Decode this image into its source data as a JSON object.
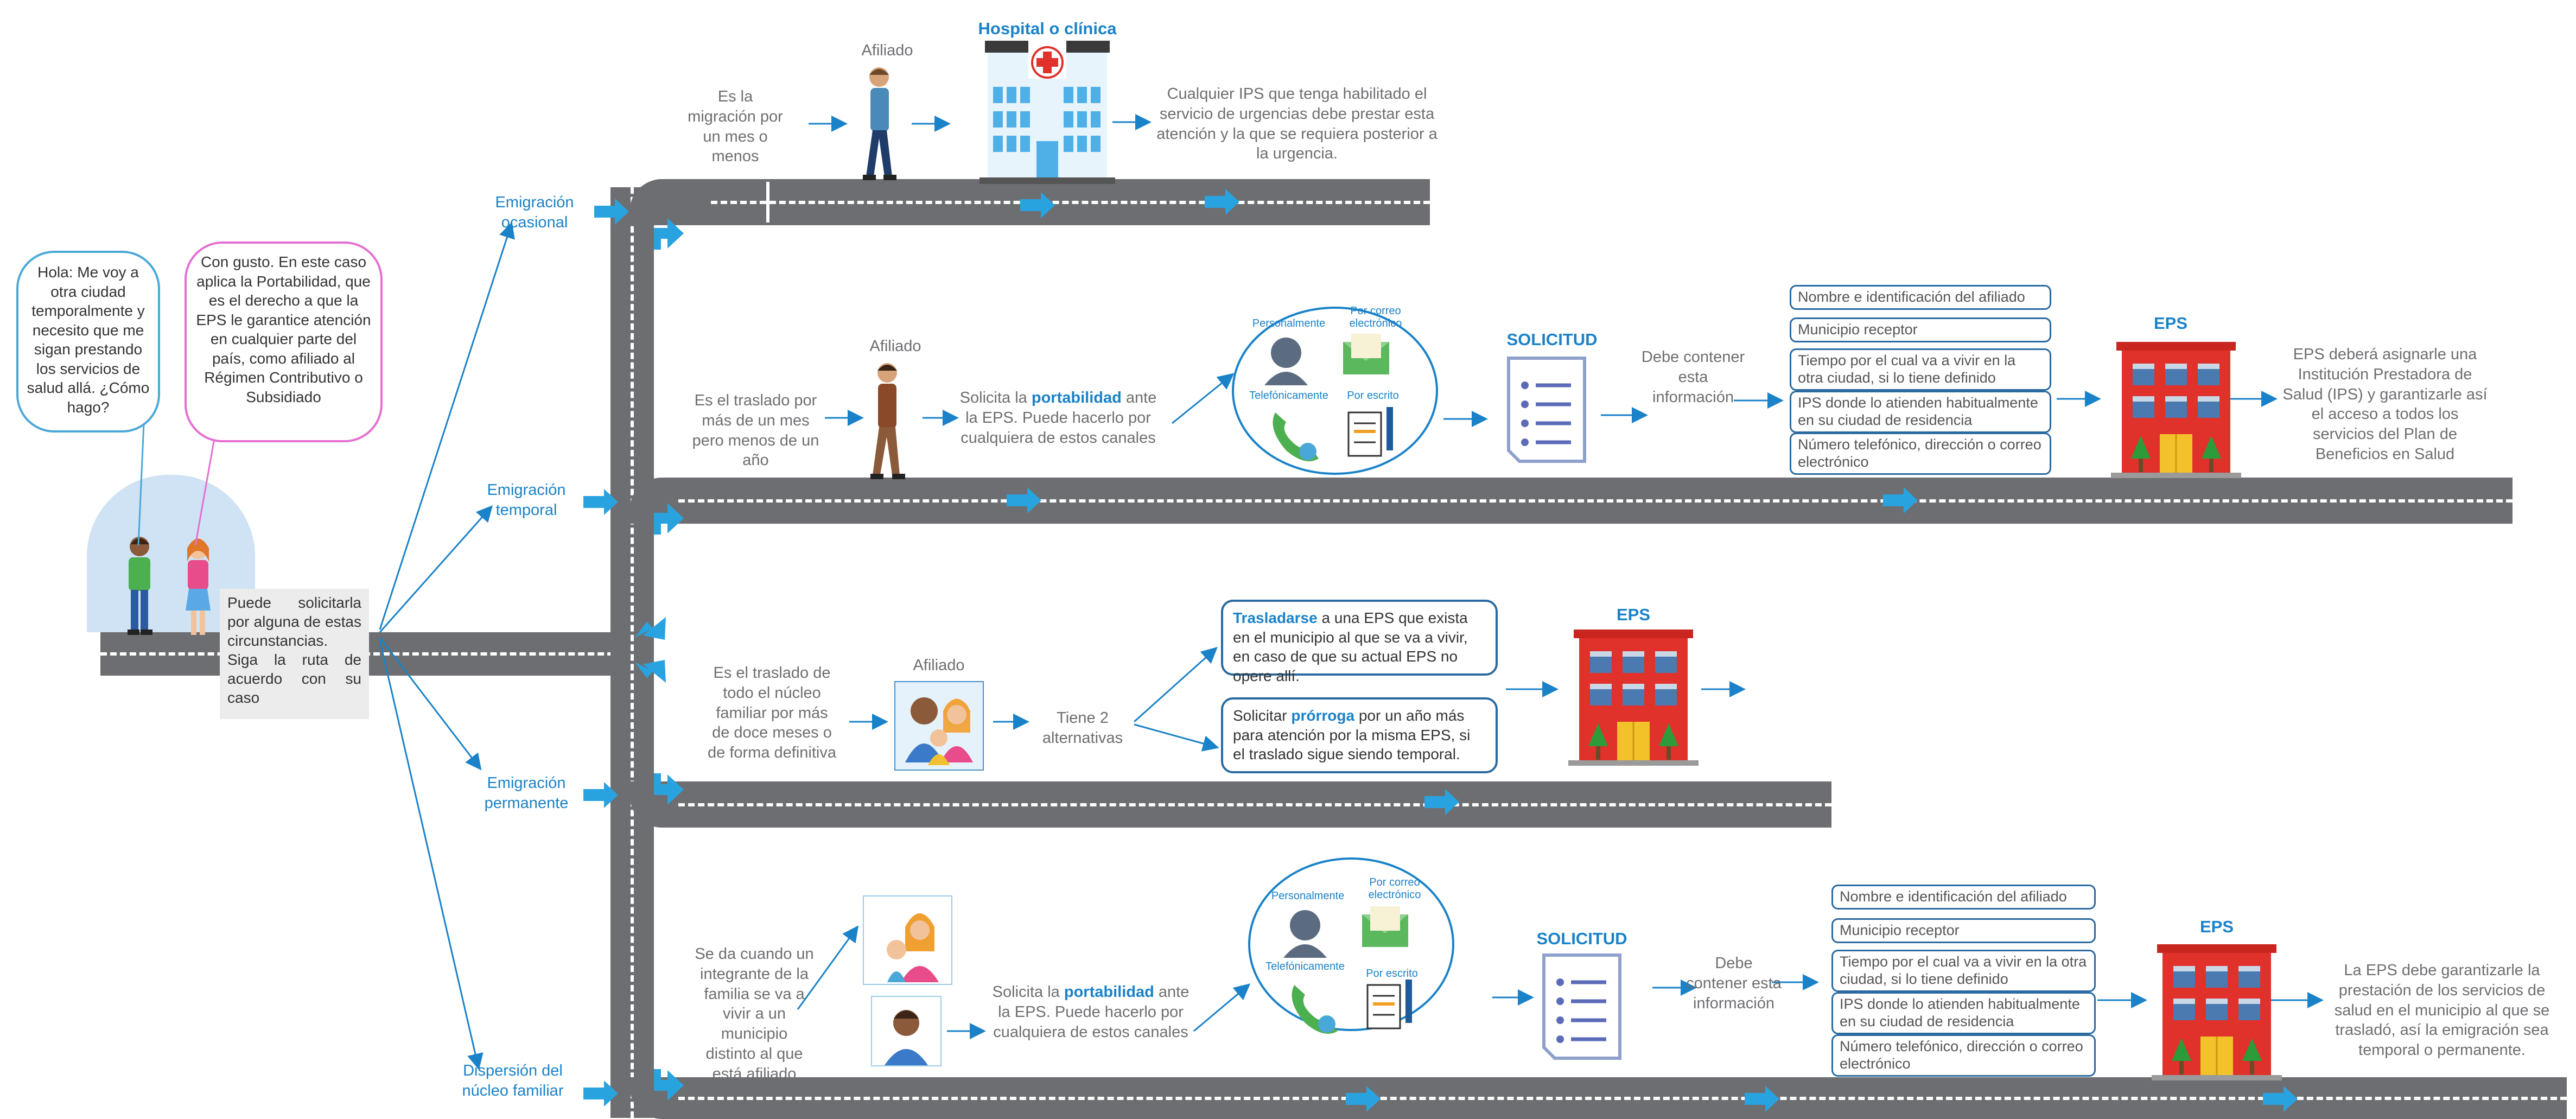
{
  "speech": {
    "person_text": "Hola: Me voy a otra ciudad temporalmente y necesito que me sigan prestando los servicios de salud allá. ¿Cómo hago?",
    "advisor_text": "Con gusto. En este caso aplica la Portabilidad, que es el derecho a que la EPS le garantice atención en cualquier parte del país,  como afiliado al Régimen Contributivo o Subsidiado",
    "note_text": "Puede solicitarla por alguna de estas circunstancias. Siga la ruta de acuerdo con su caso"
  },
  "branches": {
    "ocasional": "Emigración ocasional",
    "temporal": "Emigración temporal",
    "permanente": "Emigración permanente",
    "dispersion": "Dispersión del núcleo familiar"
  },
  "row1": {
    "desc": "Es la migración por un mes o menos",
    "afiliado": "Afiliado",
    "hospital": "Hospital o clínica",
    "result": "Cualquier IPS que tenga habilitado el servicio de urgencias debe prestar esta atención y la que se requiera posterior a la urgencia."
  },
  "row2": {
    "desc": "Es el traslado por más de un mes pero menos de un año",
    "afiliado": "Afiliado",
    "solicita_pre": "Solicita la",
    "solicita_bold": "portabilidad",
    "solicita_post": "ante la EPS. Puede hacerlo por cualquiera de estos canales",
    "channels": [
      "Personalmente",
      "Por correo electrónico",
      "Telefónicamente",
      "Por escrito"
    ],
    "solicitud": "SOLICITUD",
    "debe": "Debe contener esta información",
    "info": [
      "Nombre e identificación del afiliado",
      "Municipio receptor",
      "Tiempo por el cual va a vivir en la otra ciudad, si lo tiene definido",
      "IPS donde lo atienden habitualmente en su ciudad de residencia",
      "Número  telefónico, dirección o correo electrónico"
    ],
    "eps": "EPS",
    "result": "EPS deberá asignarle una Institución Prestadora de Salud (IPS) y garantizarle así el acceso a todos los servicios del Plan de Beneficios en Salud"
  },
  "row3": {
    "desc": "Es el traslado de todo el núcleo familiar por más de doce meses o de forma definitiva",
    "afiliado": "Afiliado",
    "alternativas": "Tiene 2 alternativas",
    "alt1_bold": "Trasladarse",
    "alt1_rest": " a una EPS que exista en el municipio al que se va a vivir, en caso de que su actual EPS no opere allí.",
    "alt2_pre": "Solicitar ",
    "alt2_bold": "prórroga",
    "alt2_rest": " por un año más para atención por la misma EPS, si el traslado sigue siendo temporal.",
    "eps": "EPS"
  },
  "row4": {
    "desc": "Se da cuando un integrante de la familia se va a vivir a un municipio distinto al que está afiliado",
    "solicita_pre": "Solicita la",
    "solicita_bold": "portabilidad",
    "solicita_post": "ante la EPS. Puede hacerlo por cualquiera de estos canales",
    "channels": [
      "Personalmente",
      "Por correo electrónico",
      "Telefónicamente",
      "Por escrito"
    ],
    "solicitud": "SOLICITUD",
    "debe": "Debe contener esta información",
    "info": [
      "Nombre e identificación del afiliado",
      "Municipio receptor",
      "Tiempo por el cual va a vivir en la otra ciudad, si lo tiene definido",
      "IPS donde lo atienden habitualmente en su ciudad de residencia",
      "Número telefónico, dirección o correo electrónico"
    ],
    "eps": "EPS",
    "result": "La EPS debe garantizarle la prestación de los servicios de salud en el municipio al que se trasladó, así la emigración sea temporal o permanente."
  },
  "colors": {
    "accent": "#1a82c8",
    "road": "#6d6e71",
    "building": "#e0312b",
    "arrow": "#29a3e0"
  }
}
